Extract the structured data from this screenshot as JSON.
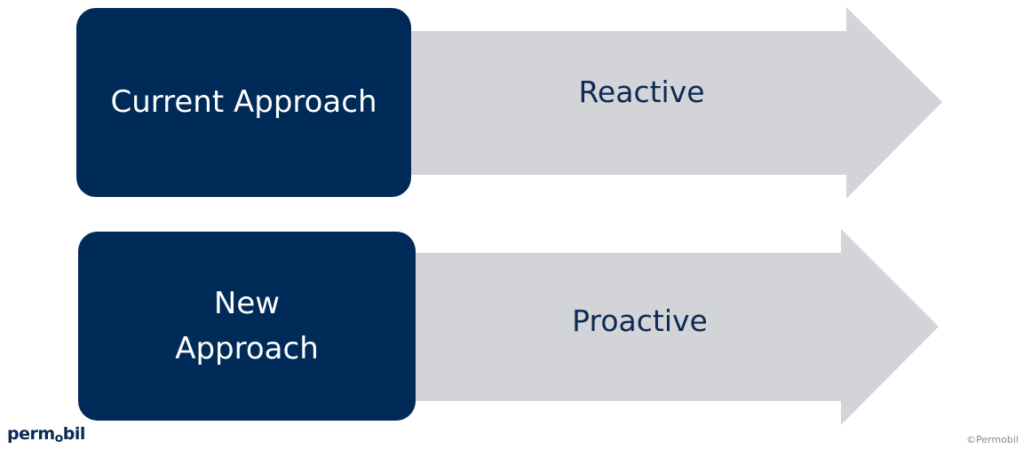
{
  "rows": [
    {
      "box_lines": [
        "Current Approach"
      ],
      "arrow_label": "Reactive"
    },
    {
      "box_lines": [
        "New",
        "Approach"
      ],
      "arrow_label": "Proactive"
    }
  ],
  "colors": {
    "box_fill": "#002a58",
    "arrow_fill": "#d2d4d8",
    "arrow_text": "#0d2a55"
  },
  "footer": {
    "logo_text_a": "perm",
    "logo_text_o": "o",
    "logo_text_b": "bil",
    "copyright": "©Permobil"
  }
}
